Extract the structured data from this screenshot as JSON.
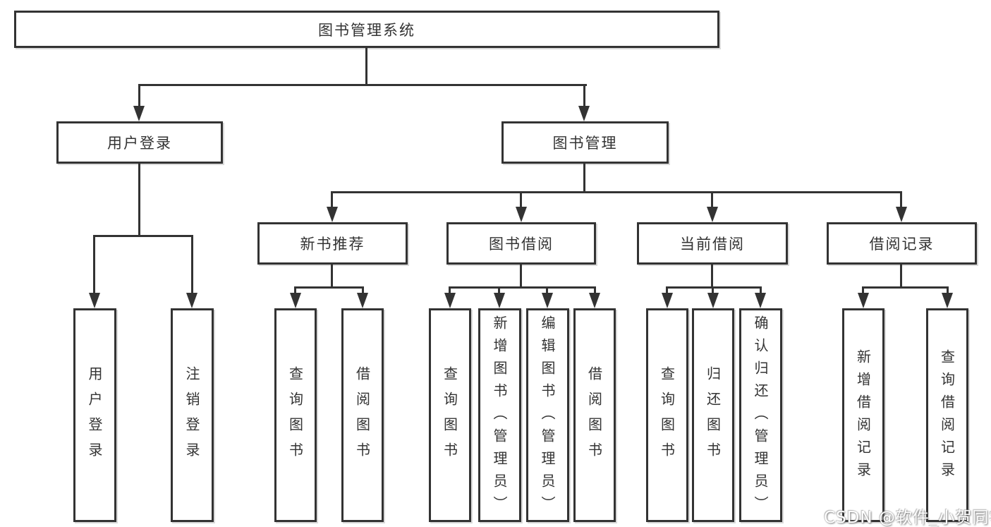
{
  "nodes": {
    "root": "图书管理系统",
    "l2": [
      "用户登录",
      "图书管理"
    ],
    "l3": [
      "新书推荐",
      "图书借阅",
      "当前借阅",
      "借阅记录"
    ],
    "leaves_user_login": [
      "用户登录",
      "注销登录"
    ],
    "leaves_new_book": [
      "查询图书",
      "借阅图书"
    ],
    "leaves_book_borrow": [
      "查询图书",
      "新增图书（管理员）",
      "编辑图书（管理员）",
      "借阅图书"
    ],
    "leaves_current_borrow": [
      "查询图书",
      "归还图书",
      "确认归还（管理员）"
    ],
    "leaves_borrow_record": [
      "新增借阅记录",
      "查询借阅记录"
    ]
  },
  "watermark": "CSDN @软件_小贺同学",
  "colors": {
    "line": "#333333",
    "box_border": "#333333",
    "text": "#333333",
    "background": "#ffffff",
    "watermark_text": "#ffffff"
  }
}
